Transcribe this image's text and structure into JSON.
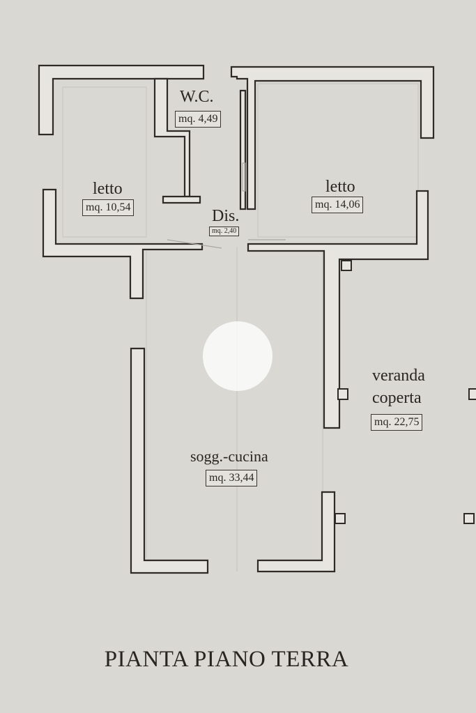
{
  "title": "PIANTA PIANO TERRA",
  "rooms": {
    "wc": {
      "name": "W.C.",
      "area": "mq. 4,49"
    },
    "bedroom_left": {
      "name": "letto",
      "area": "mq. 10,54"
    },
    "bedroom_right": {
      "name": "letto",
      "area": "mq. 14,06"
    },
    "hallway": {
      "name": "Dis.",
      "area": "mq. 2,40"
    },
    "veranda": {
      "name_line1": "veranda",
      "name_line2": "coperta",
      "area": "mq. 22,75"
    },
    "living_kitchen": {
      "name": "sogg.-cucina",
      "area": "mq. 33,44"
    }
  },
  "colors": {
    "background": "#d9d8d3",
    "wall": "#2f2a27"
  }
}
